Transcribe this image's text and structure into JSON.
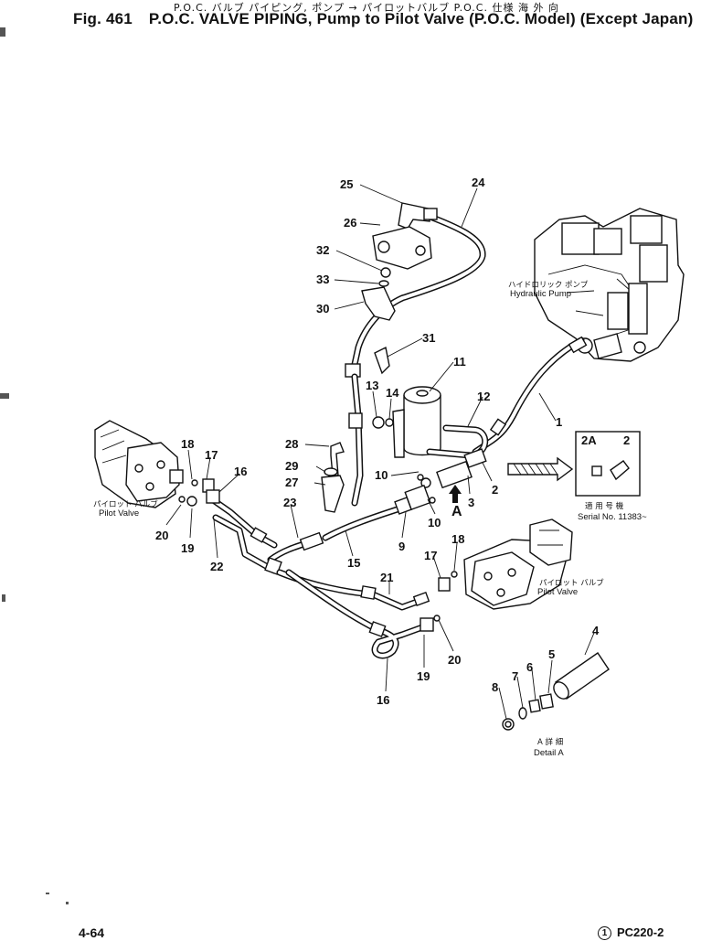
{
  "header": {
    "japanese_title": "P.O.C. バルブ パイピング, ポンプ → パイロットバルブ  P.O.C. 仕様    海 外 向",
    "figure_number": "Fig. 461",
    "figure_title": "P.O.C. VALVE PIPING, Pump to Pilot Valve (P.O.C. Model) (Except Japan)"
  },
  "labels": {
    "hydraulic_pump_jp": "ハイドロリック ポンプ",
    "hydraulic_pump_en": "Hydraulic Pump",
    "pilot_valve_left_jp": "パイロット バルブ",
    "pilot_valve_left_en": "Pilot Valve",
    "pilot_valve_right_jp": "パイロット バルブ",
    "pilot_valve_right_en": "Pilot Valve",
    "serial_jp": "適 用 号 機",
    "serial_en": "Serial No. 11383~",
    "detail_jp": "A 詳 細",
    "detail_en": "Detail A",
    "view_arrow": "A"
  },
  "callouts": [
    "25",
    "24",
    "26",
    "32",
    "33",
    "30",
    "31",
    "11",
    "13",
    "14",
    "12",
    "1",
    "28",
    "29",
    "27",
    "10",
    "18",
    "17",
    "16",
    "2",
    "3",
    "2A",
    "2",
    "10",
    "9",
    "23",
    "15",
    "20",
    "19",
    "22",
    "18",
    "17",
    "21",
    "20",
    "19",
    "16",
    "4",
    "8",
    "7",
    "6",
    "5"
  ],
  "footer": {
    "page_number": "4-64",
    "circled": "1",
    "model": "PC220-2"
  }
}
